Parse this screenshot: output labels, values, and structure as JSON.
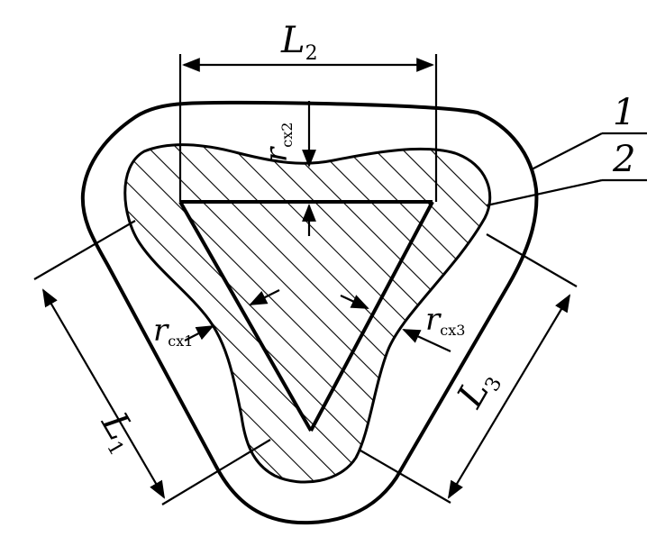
{
  "labels": {
    "L2": {
      "main": "L",
      "sub": "2"
    },
    "L1": {
      "main": "L",
      "sub": "1"
    },
    "L3": {
      "main": "L",
      "sub": "3"
    },
    "r1": {
      "main": "r",
      "sub": "cx1"
    },
    "r2": {
      "main": "r",
      "sub": "cx2"
    },
    "r3": {
      "main": "r",
      "sub": "cx3"
    },
    "callout1": "1",
    "callout2": "2"
  }
}
